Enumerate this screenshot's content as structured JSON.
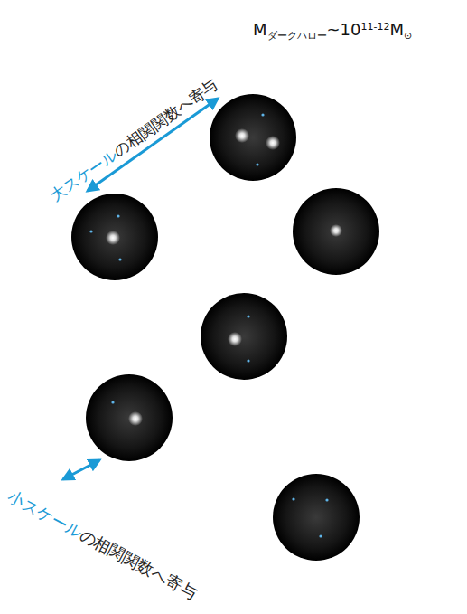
{
  "diagram": {
    "labels": [
      "M",
      "ダークハロー",
      "~10",
      "11-12",
      "M",
      "⊙",
      "大スケール",
      "の相関関数へ寄与",
      "小スケール",
      "の相関関数へ寄与"
    ]
  }
}
